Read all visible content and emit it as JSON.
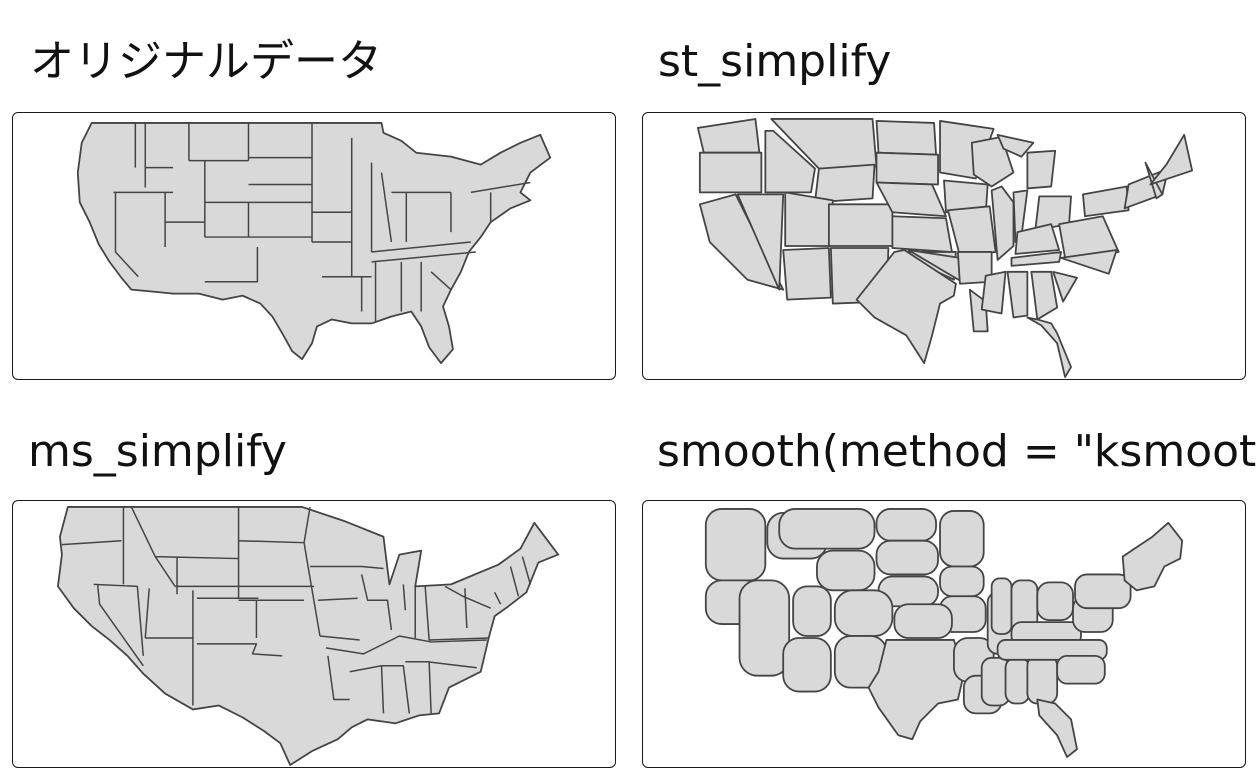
{
  "panels": [
    {
      "title": "オリジナルデータ"
    },
    {
      "title": "st_simplify"
    },
    {
      "title": "ms_simplify"
    },
    {
      "title": "smooth(method = \"ksmooth\")"
    }
  ],
  "style": {
    "fill": "#d9d9d9",
    "stroke": "#444444",
    "frame": "#1a1a1a"
  }
}
